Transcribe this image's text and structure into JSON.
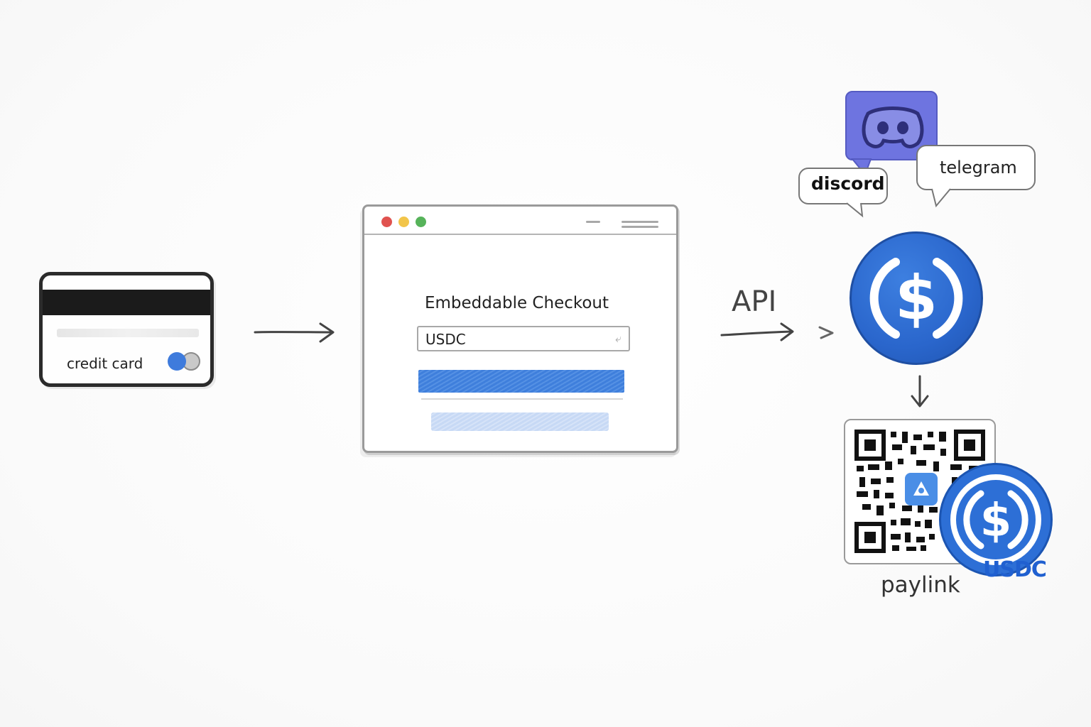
{
  "credit_card": {
    "label": "credit card"
  },
  "checkout": {
    "title": "Embeddable Checkout",
    "input_value": "USDC"
  },
  "api": {
    "label": "API"
  },
  "channels": {
    "discord_label": "discord",
    "telegram_label": "telegram"
  },
  "paylink": {
    "label": "paylink",
    "badge_label": "USDC"
  },
  "colors": {
    "usdc_blue": "#2a66cc",
    "discord_purple": "#6e74e0",
    "checkout_button": "#3f7fdc",
    "ink": "#2b2b2b"
  },
  "icons": {
    "card": "credit-card-icon",
    "discord": "discord-icon",
    "usdc": "usdc-coin-icon",
    "qr": "qr-code-icon"
  }
}
